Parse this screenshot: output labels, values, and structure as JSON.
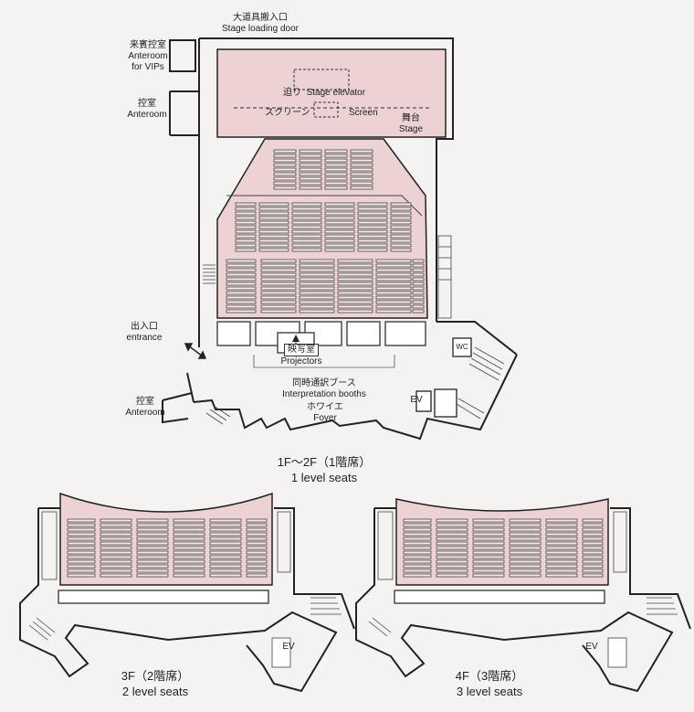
{
  "labels": {
    "loading_jp": "大道具搬入口",
    "loading_en": "Stage loading door",
    "vip_jp": "来賓控室",
    "vip_en1": "Anteroom",
    "vip_en2": "for VIPs",
    "anteroom1_jp": "控室",
    "anteroom1_en": "Anteroom",
    "elevator_jp": "迫り",
    "elevator_en": "Stage elevator",
    "screen_jp": "スクリーン",
    "screen_en": "Screen",
    "stage_jp": "舞台",
    "stage_en": "Stage",
    "entrance_jp": "出入口",
    "entrance_en": "entrance",
    "projectors_jp": "映写室",
    "projectors_en": "Projectors",
    "interp_jp": "同時通訳ブース",
    "interp_en": "Interpretation booths",
    "foyer_jp": "ホワイエ",
    "foyer_en": "Foyer",
    "anteroom2_jp": "控室",
    "anteroom2_en": "Anteroom",
    "wc": "WC",
    "ev": "EV",
    "floor1_title": "1F〜2F（1階席）",
    "floor1_sub": "1 level seats",
    "floor3_title": "3F（2階席）",
    "floor3_sub": "2 level seats",
    "floor4_title": "4F（3階席）",
    "floor4_sub": "3 level seats"
  },
  "colors": {
    "seat_fill": "#e6c9c9",
    "stage_fill": "#ecd2d2",
    "wall": "#222222",
    "background": "#f4f3f1"
  }
}
